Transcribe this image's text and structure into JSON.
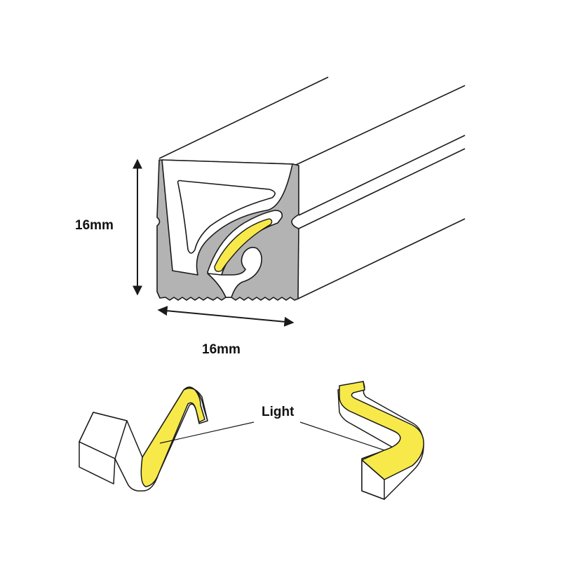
{
  "labels": {
    "height": "16mm",
    "width": "16mm",
    "callout": "Light"
  },
  "colors": {
    "outline": "#1a1a1a",
    "profile_fill": "#b3b3b3",
    "light_fill": "#f7e94a",
    "body_fill": "#ffffff"
  },
  "icons": {
    "dimension_arrow": "double-headed-arrow",
    "bend_example": "bent-strip"
  }
}
